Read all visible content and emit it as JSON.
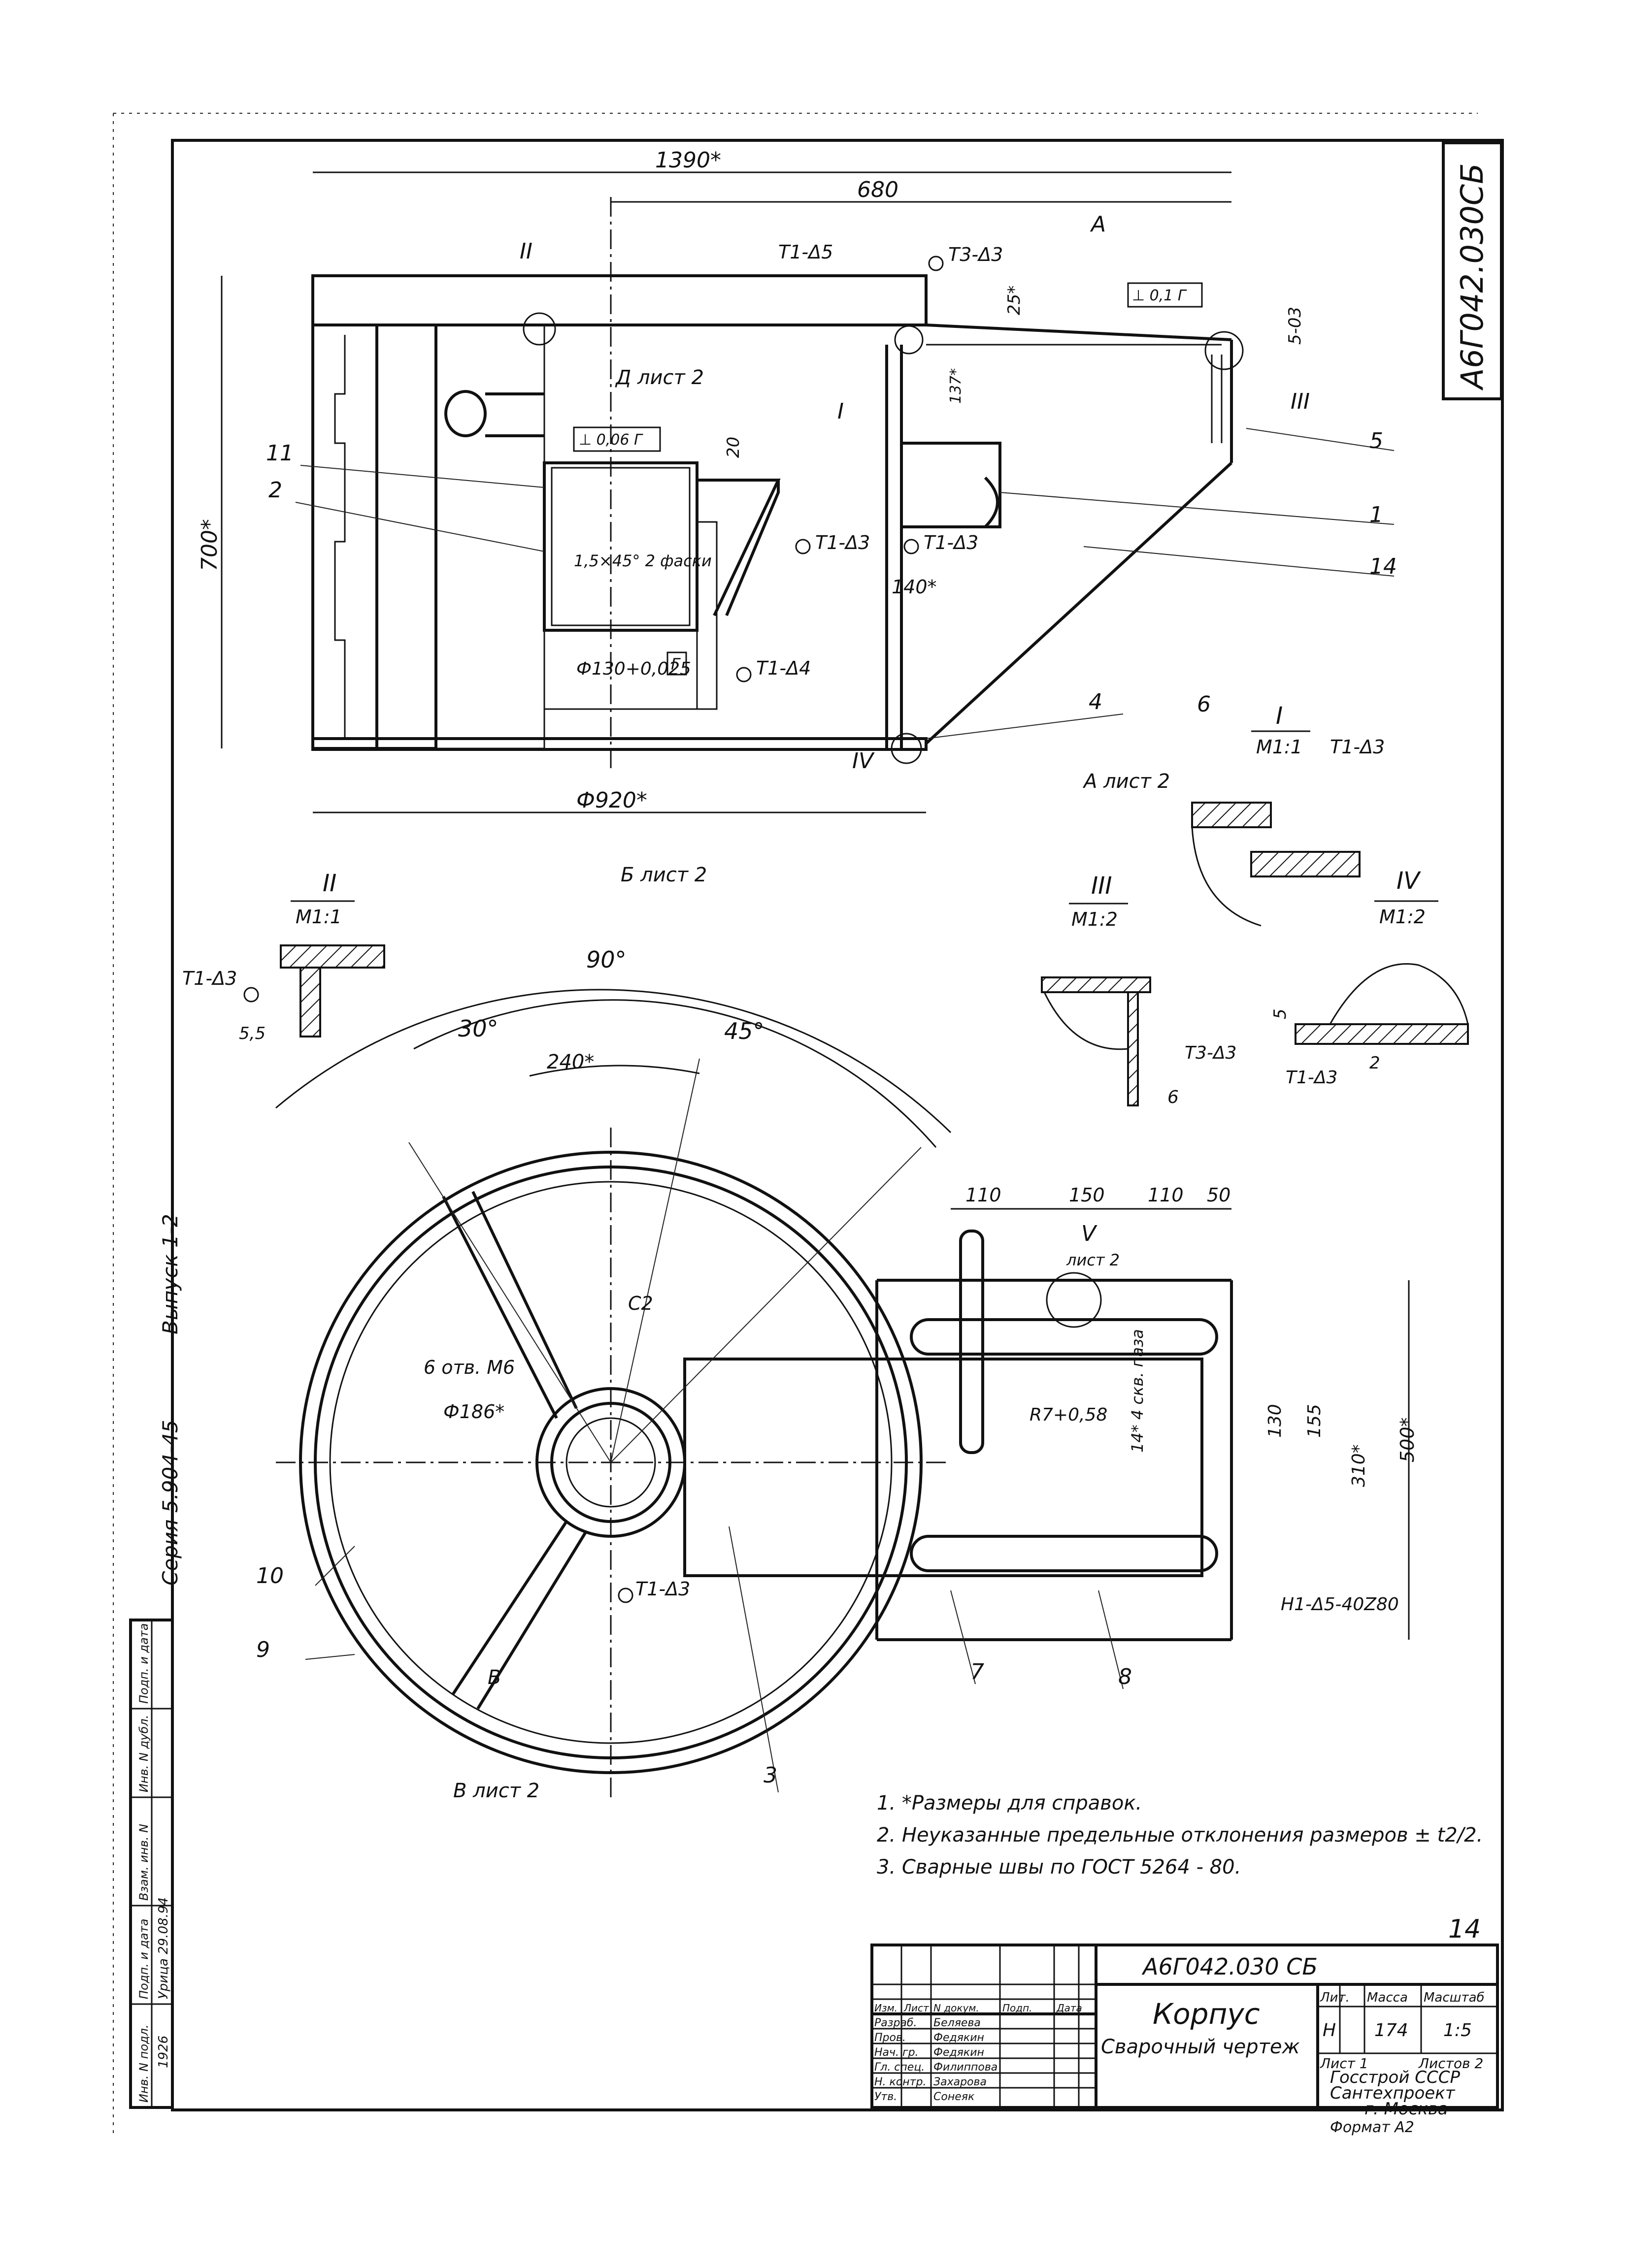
{
  "drawing": {
    "code_vertical": "А6Г042.030СБ",
    "series": "Серия 5.904-45",
    "issue": "Выпуск 1-2",
    "sheet_number": "14",
    "notes": [
      "1. *Размеры для справок.",
      "2. Неуказанные предельные отклонения размеров ± t2/2.",
      "3. Сварные швы по ГОСТ 5264 - 80."
    ]
  },
  "front_view": {
    "dims": {
      "overall_width": "1390*",
      "half_width": "680",
      "height": "700*",
      "diameter": "Ф920*",
      "inner_bore": "Ф130+0,025",
      "offset": "140*",
      "d20": "20",
      "d25": "25*",
      "d137": "137*",
      "d5": "5-03"
    },
    "labels": {
      "section_II": "II",
      "section_I": "I",
      "section_III": "III",
      "section_IV": "IV",
      "view_A": "A",
      "view_A_sheet": "A лист 2",
      "view_D": "Д лист 2",
      "view_B": "Б лист 2",
      "chamfer": "1,5×45° 2 фаски",
      "tolerance_box": "⊥ 0,06 Г",
      "tolerance_box2": "⊥ 0,1 Г",
      "datum": "Г"
    },
    "welds": [
      "Т1-Δ5",
      "Т3-Δ3",
      "Т1-Δ3",
      "Т1-Δ3",
      "Т1-Δ4"
    ],
    "positions": [
      "11",
      "2",
      "5",
      "1",
      "14",
      "4",
      "6"
    ]
  },
  "detail_views": {
    "I": {
      "title": "I",
      "scale": "М1:1",
      "weld": "Т1-Δ3"
    },
    "II": {
      "title": "II",
      "scale": "М1:1",
      "weld": "Т1-Δ3",
      "dim": "5,5"
    },
    "III": {
      "title": "III",
      "scale": "М1:2",
      "weld": "Т3-Δ3",
      "dim": "6"
    },
    "IV": {
      "title": "IV",
      "scale": "М1:2",
      "weld": "Т1-Δ3",
      "dim": "5",
      "dim2": "2"
    }
  },
  "plan_view": {
    "angles": [
      "90°",
      "30°",
      "45°"
    ],
    "dims": {
      "arc": "240*",
      "bolt_holes": "6 отв. М6",
      "bolt_circle": "Ф186*",
      "c2": "С2",
      "d110a": "110",
      "d150": "150",
      "d110b": "110",
      "d50": "50",
      "d130": "130",
      "d155": "155",
      "d310": "310*",
      "d500": "500*",
      "radius": "R7+0,58",
      "slots": "14* 4 скв. паза"
    },
    "labels": {
      "view_V": "V",
      "view_V_sheet": "лист 2",
      "section_B": "В",
      "section_B_sheet": "В лист 2",
      "weld_plan": "Т1-Δ3",
      "weld_side": "Н1-Δ5-40Z80"
    },
    "positions": [
      "10",
      "9",
      "3",
      "7",
      "8"
    ]
  },
  "left_strip": {
    "cells": [
      "Инв. N подл.",
      "Подп. и дата",
      "Взам. инв. N",
      "Инв. N дубл.",
      "Подп. и дата"
    ],
    "values": [
      "1926",
      "Урица 29.08.94"
    ]
  },
  "title_block": {
    "code": "А6Г042.030 СБ",
    "name": "Корпус",
    "subtitle": "Сварочный чертеж",
    "headers": [
      "Изм.",
      "Лист",
      "N докум.",
      "Подп.",
      "Дата"
    ],
    "roles": [
      "Разраб.",
      "Пров.",
      "Нач. гр.",
      "Гл. спец.",
      "Н. контр.",
      "Утв."
    ],
    "people": [
      "Беляева",
      "Федякин",
      "Федякин",
      "Филиппова",
      "Захарова",
      "Сонеяк"
    ],
    "lit_header": "Лит.",
    "mass_header": "Масса",
    "scale_header": "Масштаб",
    "lit": "Н",
    "mass": "174",
    "scale": "1:5",
    "sheet": "Лист 1",
    "sheets": "Листов 2",
    "org": [
      "Госстрой СССР",
      "Сантехпроект",
      "г. Москва"
    ],
    "format": "Формат А2"
  }
}
